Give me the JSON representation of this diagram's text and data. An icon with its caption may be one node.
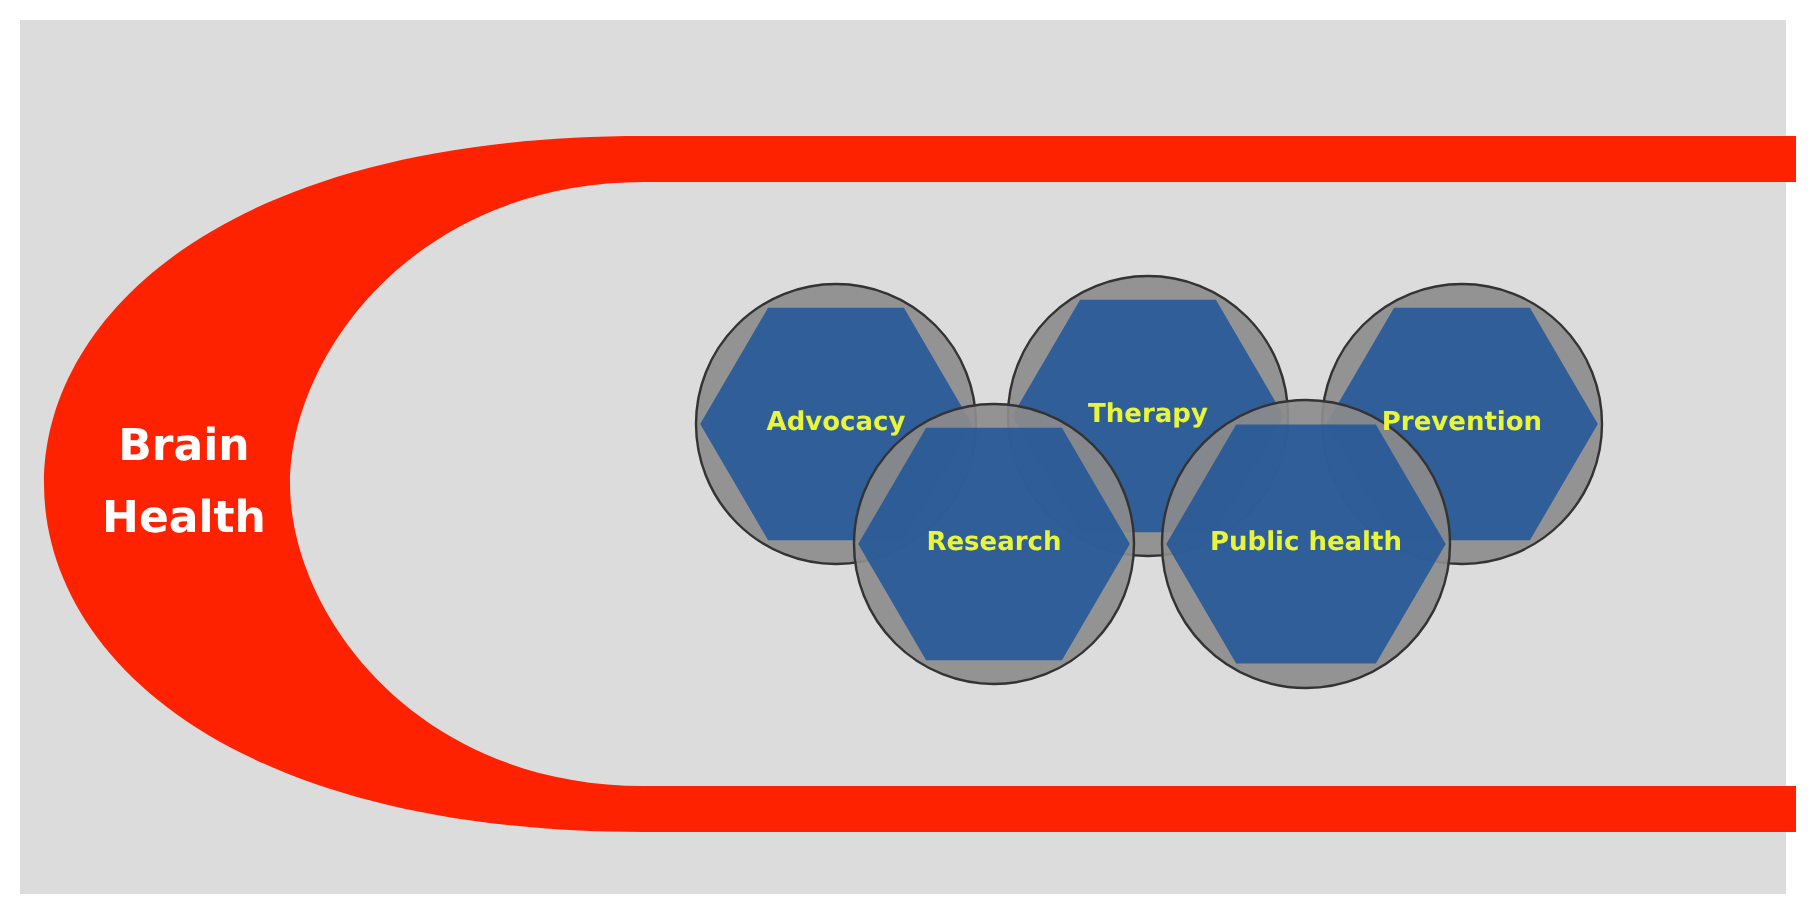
{
  "diagram": {
    "nodes": [
      {
        "text": [
          "Brain Health"
        ]
      },
      {
        "text": [
          "Advocacy"
        ]
      },
      {
        "text": [
          "Therapy"
        ]
      },
      {
        "text": [
          "Prevention"
        ]
      },
      {
        "text": [
          "Research"
        ]
      },
      {
        "text": [
          "Public health"
        ]
      }
    ]
  }
}
